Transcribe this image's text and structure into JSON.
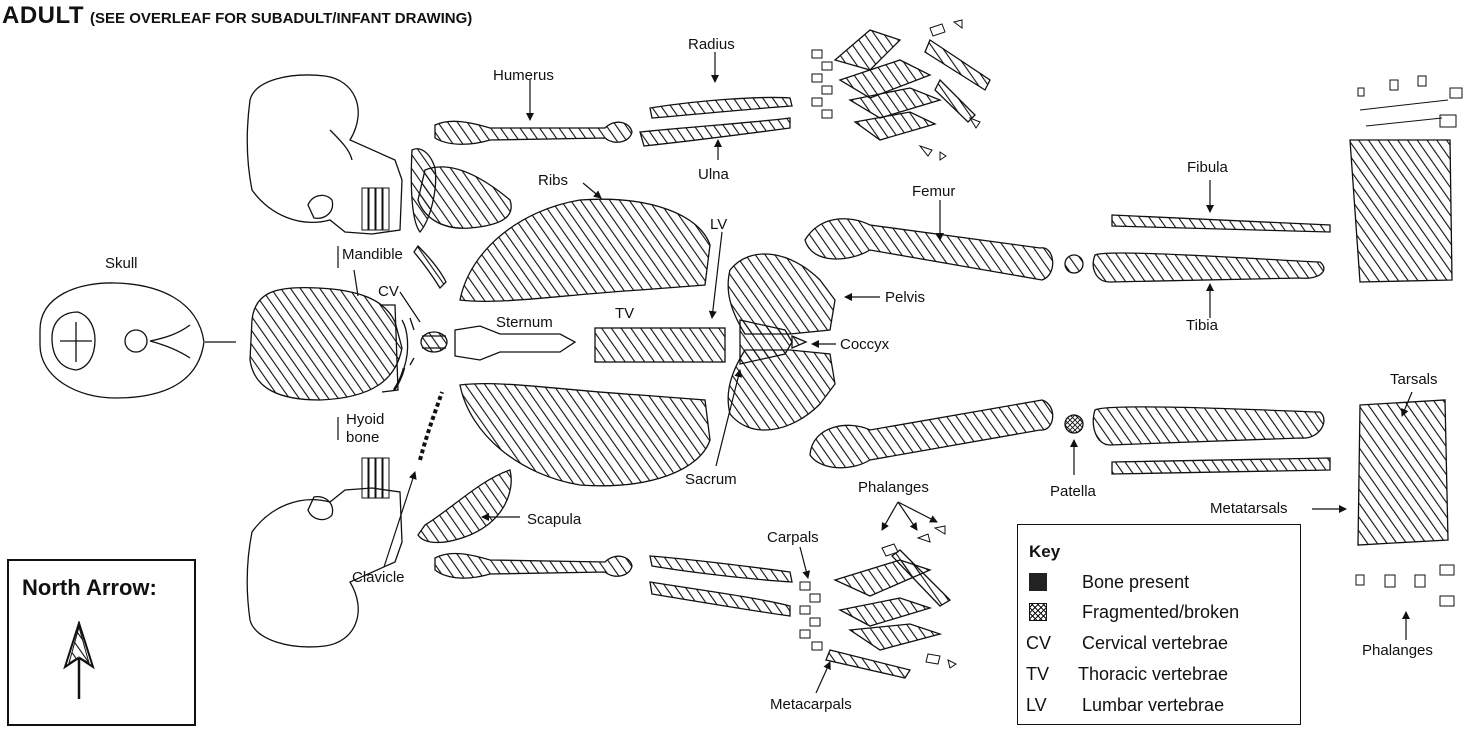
{
  "title": {
    "main": "ADULT",
    "note": "(SEE OVERLEAF FOR SUBADULT/INFANT DRAWING)"
  },
  "labels": {
    "skull": "Skull",
    "mandible": "Mandible",
    "cv": "CV",
    "hyoid_1": "Hyoid",
    "hyoid_2": "bone",
    "clavicle": "Clavicle",
    "scapula": "Scapula",
    "humerus": "Humerus",
    "radius": "Radius",
    "ulna": "Ulna",
    "ribs": "Ribs",
    "sternum": "Sternum",
    "tv": "TV",
    "lv": "LV",
    "sacrum": "Sacrum",
    "pelvis": "Pelvis",
    "coccyx": "Coccyx",
    "femur": "Femur",
    "fibula": "Fibula",
    "tibia": "Tibia",
    "patella": "Patella",
    "carpals": "Carpals",
    "metacarpals": "Metacarpals",
    "phalanges_hand": "Phalanges",
    "tarsals": "Tarsals",
    "metatarsals": "Metatarsals",
    "phalanges_foot": "Phalanges"
  },
  "north_arrow": {
    "title": "North Arrow:"
  },
  "key": {
    "title": "Key",
    "items": [
      {
        "swatch": "solid",
        "text": "Bone present"
      },
      {
        "swatch": "crosshatch",
        "text": "Fragmented/broken"
      },
      {
        "abbr": "CV",
        "text": "Cervical vertebrae"
      },
      {
        "abbr": "TV",
        "text": "Thoracic vertebrae"
      },
      {
        "abbr": "LV",
        "text": "Lumbar vertebrae"
      }
    ]
  },
  "colors": {
    "ink": "#111111",
    "background": "#ffffff"
  }
}
